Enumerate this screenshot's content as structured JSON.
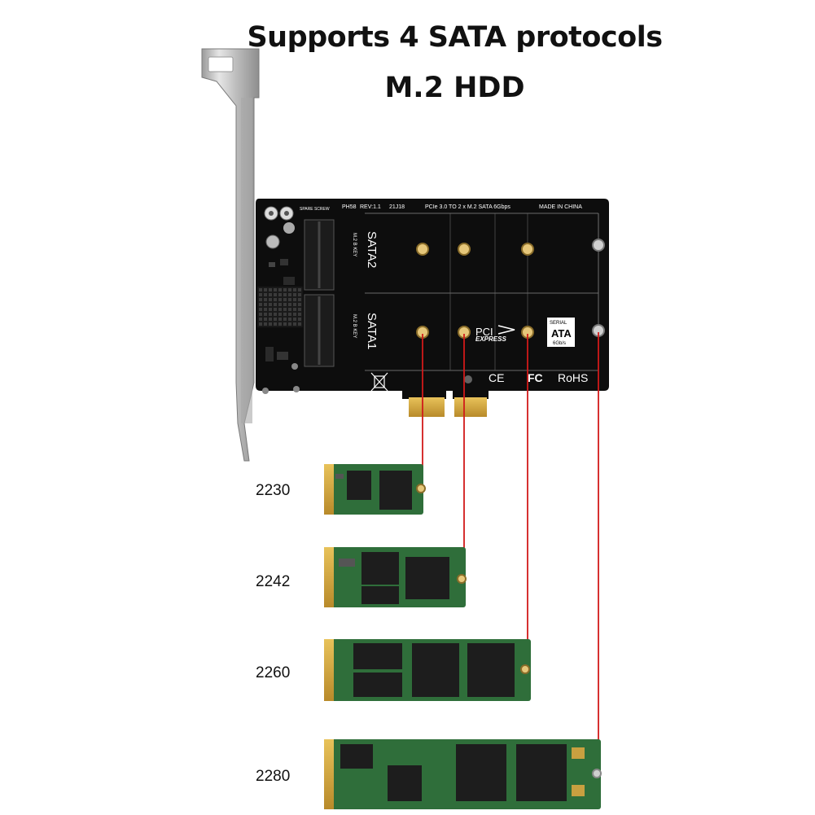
{
  "headline": {
    "line1": "Supports 4 SATA protocols",
    "line2": "M.2 HDD"
  },
  "card": {
    "silk_top_left": "SPARE SCREW",
    "silk_model": "PH58",
    "silk_rev": "REV:1.1",
    "silk_date": "21J18",
    "silk_desc": "PCIe 3.0 TO 2 x M.2 SATA 6Gbps",
    "silk_origin": "MADE IN CHINA",
    "slot_top_label": "SATA2",
    "slot_bottom_label": "SATA1",
    "key_label": "M.2 B KEY",
    "pci_logo_line1": "PCI",
    "pci_logo_line2": "EXPRESS",
    "sata_logo_line1": "SERIAL",
    "sata_logo_line2": "ATA",
    "sata_logo_line3": "6Gb/s",
    "cert_ce": "CE",
    "cert_fc": "FC",
    "cert_rohs": "RoHS"
  },
  "ssd_sizes": [
    {
      "label": "2230"
    },
    {
      "label": "2242"
    },
    {
      "label": "2260"
    },
    {
      "label": "2280"
    }
  ],
  "colors": {
    "pcb_black": "#0d0d0d",
    "ssd_green": "#2f6e3a",
    "pointer_red": "#d11a1a",
    "bracket_silver": "#c8c8c8"
  }
}
